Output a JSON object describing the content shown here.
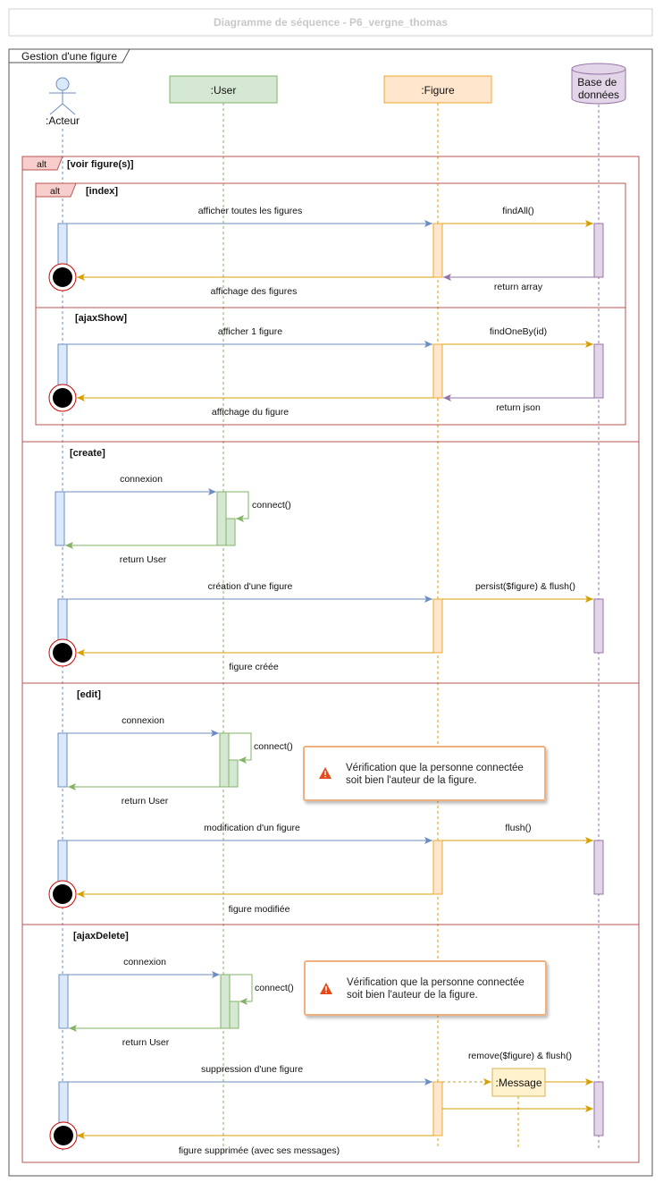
{
  "title": "Diagramme de séquence - P6_vergne_thomas",
  "frame": {
    "label": "Gestion d'une figure"
  },
  "lifelines": {
    "actor": ":Acteur",
    "user": ":User",
    "figure": ":Figure",
    "db": "Base de données",
    "db_line1": "Base de",
    "db_line2": "données"
  },
  "fragments": {
    "outer": {
      "keyword": "alt",
      "guard": "[voir figure(s)]"
    },
    "inner": {
      "keyword": "alt",
      "guard": "[index]"
    },
    "ajaxshow": {
      "guard": "[ajaxShow]"
    },
    "create": {
      "guard": "[create]"
    },
    "edit": {
      "guard": "[edit]"
    },
    "ajaxdelete": {
      "guard": "[ajaxDelete]"
    }
  },
  "messages": {
    "index_request": "afficher toutes les figures",
    "index_find": "findAll()",
    "index_return_db": "return array",
    "index_display": "affichage des figures",
    "show_request": "afficher 1 figure",
    "show_find": "findOneBy(id)",
    "show_return_db": "return json",
    "show_display": "affichage du figure",
    "create_login": "connexion",
    "create_connect": "connect()",
    "create_return_user": "return User",
    "create_request": "création d'une figure",
    "create_persist": "persist($figure) & flush()",
    "create_done": "figure créée",
    "edit_login": "connexion",
    "edit_connect": "connect()",
    "edit_return_user": "return User",
    "edit_request": "modification d'un figure",
    "edit_flush": "flush()",
    "edit_done": "figure modifiée",
    "delete_login": "connexion",
    "delete_connect": "connect()",
    "delete_return_user": "return User",
    "delete_request": "suppression d'une figure",
    "delete_remove": "remove($figure) & flush()",
    "delete_message_obj": ":Message",
    "delete_done": "figure supprimée (avec ses messages)"
  },
  "notes": {
    "edit_line1": "Vérification que la personne connectée",
    "edit_line2": "soit bien l'auteur de la figure.",
    "delete_line1": "Vérification que la personne connectée",
    "delete_line2": "soit bien l'auteur de la figure."
  },
  "icons": {
    "warning": "warning-icon",
    "actor": "stick-figure-icon",
    "database": "database-cylinder-icon",
    "stop": "destruction-stop-icon"
  },
  "colors": {
    "actor": "#6c8ebf",
    "actor_fill": "#dae8fc",
    "user": "#82b366",
    "user_fill": "#d5e8d4",
    "figure": "#d6a000",
    "figure_fill": "#ffe6cc",
    "figure_border": "#f0a830",
    "db": "#9673a6",
    "db_fill": "#e1d5e7",
    "fragment": "#b85450",
    "fragment_tab": "#f8cecc",
    "note_border": "#f0b080",
    "warning": "#e64a19"
  }
}
